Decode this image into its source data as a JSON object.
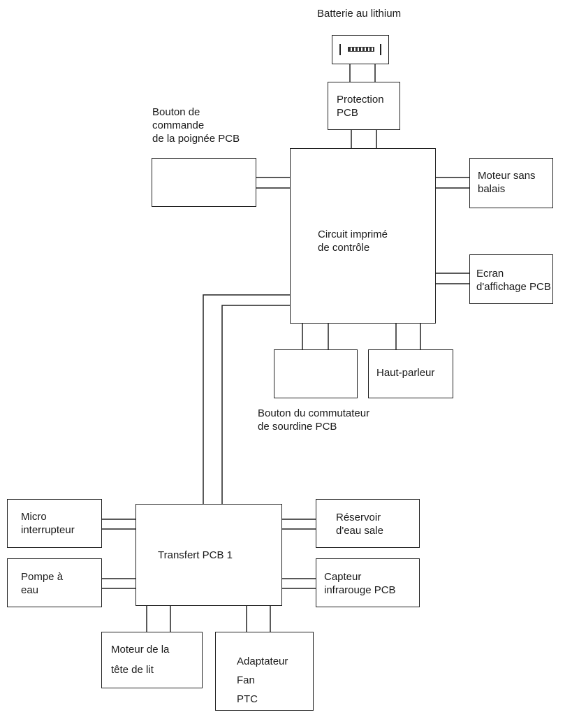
{
  "labels": {
    "battery": "Batterie au lithium",
    "protection": "Protection\nPCB",
    "handle_button": "Bouton de\ncommande\nde la poignée PCB",
    "control_board": "Circuit imprimé\nde contrôle",
    "brushless_motor": "Moteur sans\nbalais",
    "display": "Ecran\nd'affichage PCB",
    "speaker": "Haut-parleur",
    "mute_button": "Bouton du commutateur\nde sourdine PCB",
    "transfer": "Transfert PCB 1",
    "micro_switch": "Micro\ninterrupteur",
    "dirty_tank": "Réservoir\nd'eau sale",
    "water_pump": "Pompe à\neau",
    "ir_sensor": "Capteur\ninfrarouge PCB",
    "brush_motor": "Moteur de la\ntête de lit",
    "adapter": "Adaptateur\nFan\nPTC"
  }
}
